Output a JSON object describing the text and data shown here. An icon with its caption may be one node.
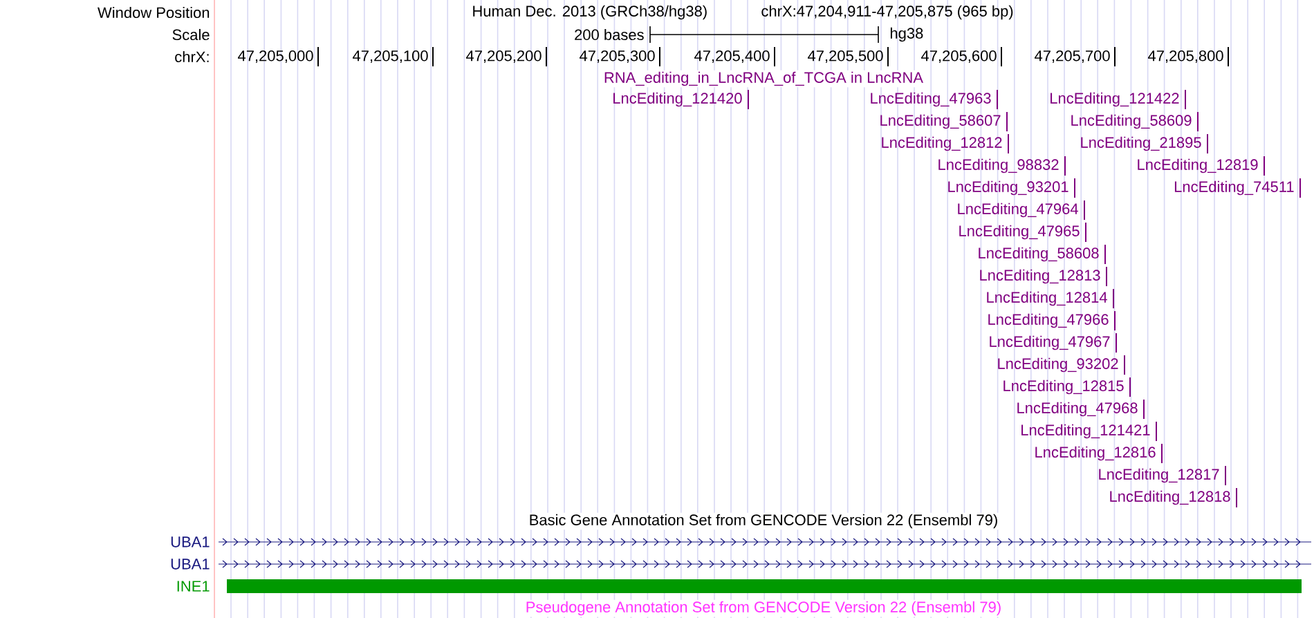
{
  "diagram": {
    "labels": [
      "Window Position",
      "Human Dec. 2013 (GRCh38/hg38)",
      "chrX:47,204,911-47,205,875 (965 bp)",
      "Scale",
      "200 bases",
      "hg38",
      "chrX:",
      "47,205,000",
      "47,205,100",
      "47,205,200",
      "47,205,300",
      "47,205,400",
      "47,205,500",
      "47,205,600",
      "47,205,700",
      "47,205,800",
      "RNA_editing_in_LncRNA_of_TCGA in LncRNA",
      "LncEditing_121420",
      "LncEditing_47963",
      "LncEditing_121422",
      "LncEditing_58607",
      "LncEditing_58609",
      "LncEditing_12812",
      "LncEditing_21895",
      "LncEditing_98832",
      "LncEditing_12819",
      "LncEditing_93201",
      "LncEditing_74511",
      "LncEditing_47964",
      "LncEditing_47965",
      "LncEditing_58608",
      "LncEditing_12813",
      "LncEditing_12814",
      "LncEditing_47966",
      "LncEditing_47967",
      "LncEditing_93202",
      "LncEditing_12815",
      "LncEditing_47968",
      "LncEditing_121421",
      "LncEditing_12816",
      "LncEditing_12817",
      "LncEditing_12818",
      "Basic Gene Annotation Set from GENCODE Version 22 (Ensembl 79)",
      "UBA1",
      "UBA1",
      "INE1",
      "Pseudogene Annotation Set from GENCODE Version 22 (Ensembl 79)"
    ]
  }
}
